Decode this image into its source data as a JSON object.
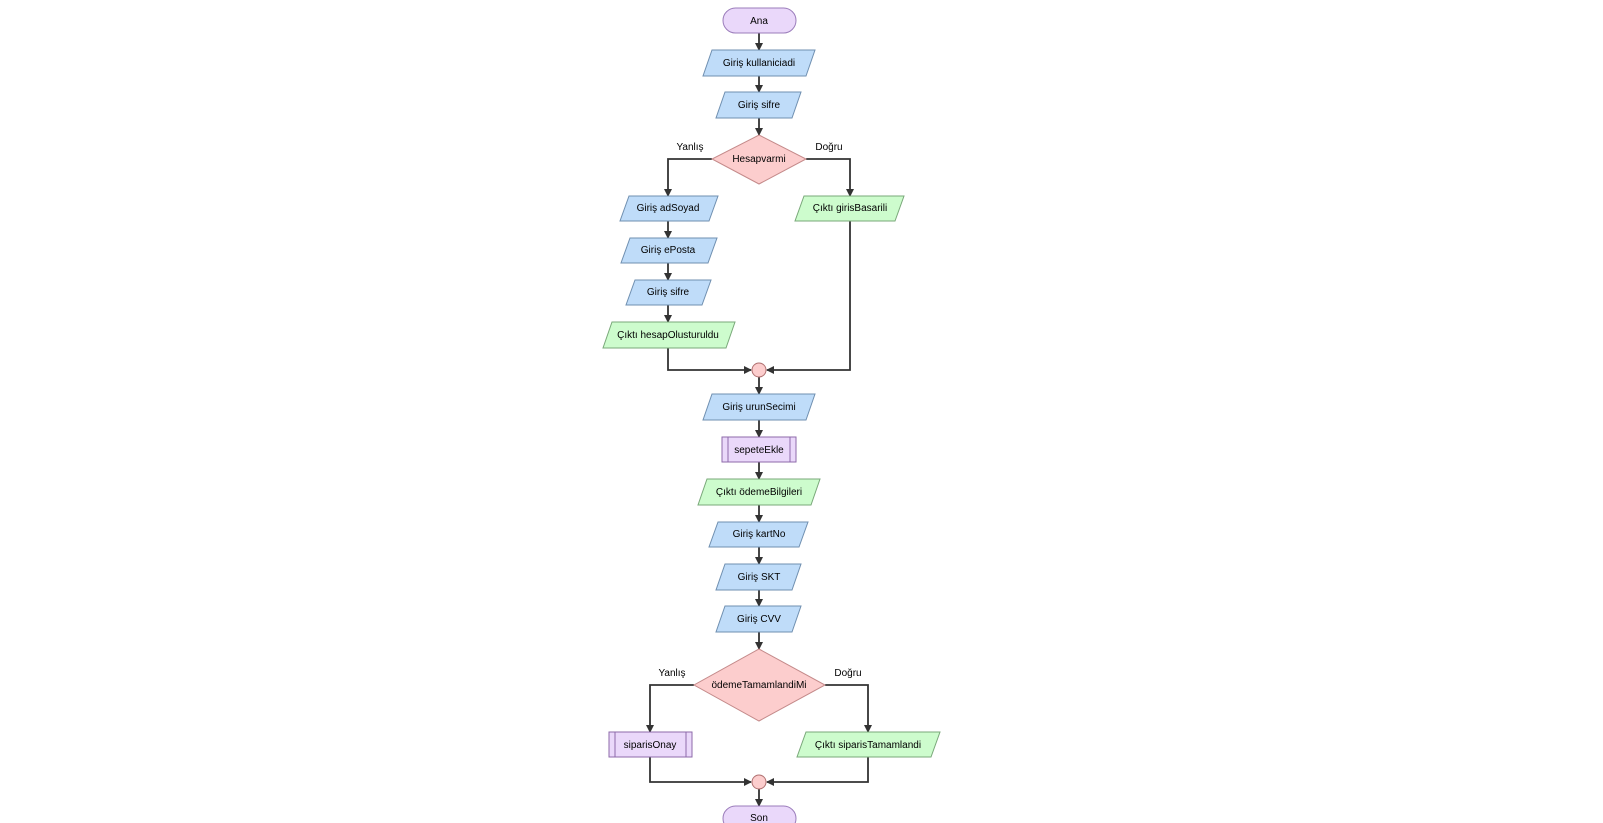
{
  "flowchart": {
    "start": "Ana",
    "input_username": "Giriş kullaniciadi",
    "input_password": "Giriş sifre",
    "decision_account": "Hesapvarmi",
    "label_false_1": "Yanlış",
    "label_true_1": "Doğru",
    "input_fullname": "Giriş adSoyad",
    "input_email": "Giriş ePosta",
    "input_new_password": "Giriş sifre",
    "output_account_created": "Çıktı hesapOlusturuldu",
    "output_login_success": "Çıktı girisBasarili",
    "input_product": "Giriş urunSecimi",
    "process_add_to_cart": "sepeteEkle",
    "output_payment_info": "Çıktı ödemeBilgileri",
    "input_card_no": "Giriş kartNo",
    "input_expiry": "Giriş SKT",
    "input_cvv": "Giriş CVV",
    "decision_payment": "ödemeTamamlandiMi",
    "label_false_2": "Yanlış",
    "label_true_2": "Doğru",
    "process_order_confirm": "siparisOnay",
    "output_order_complete": "Çıktı siparisTamamlandi",
    "end": "Son"
  },
  "colors": {
    "input": "#bfdcf9",
    "output": "#cdfccd",
    "terminal": "#ead8fa",
    "decision": "#fccdcd",
    "process": "#ead8fa",
    "line": "#333333"
  }
}
